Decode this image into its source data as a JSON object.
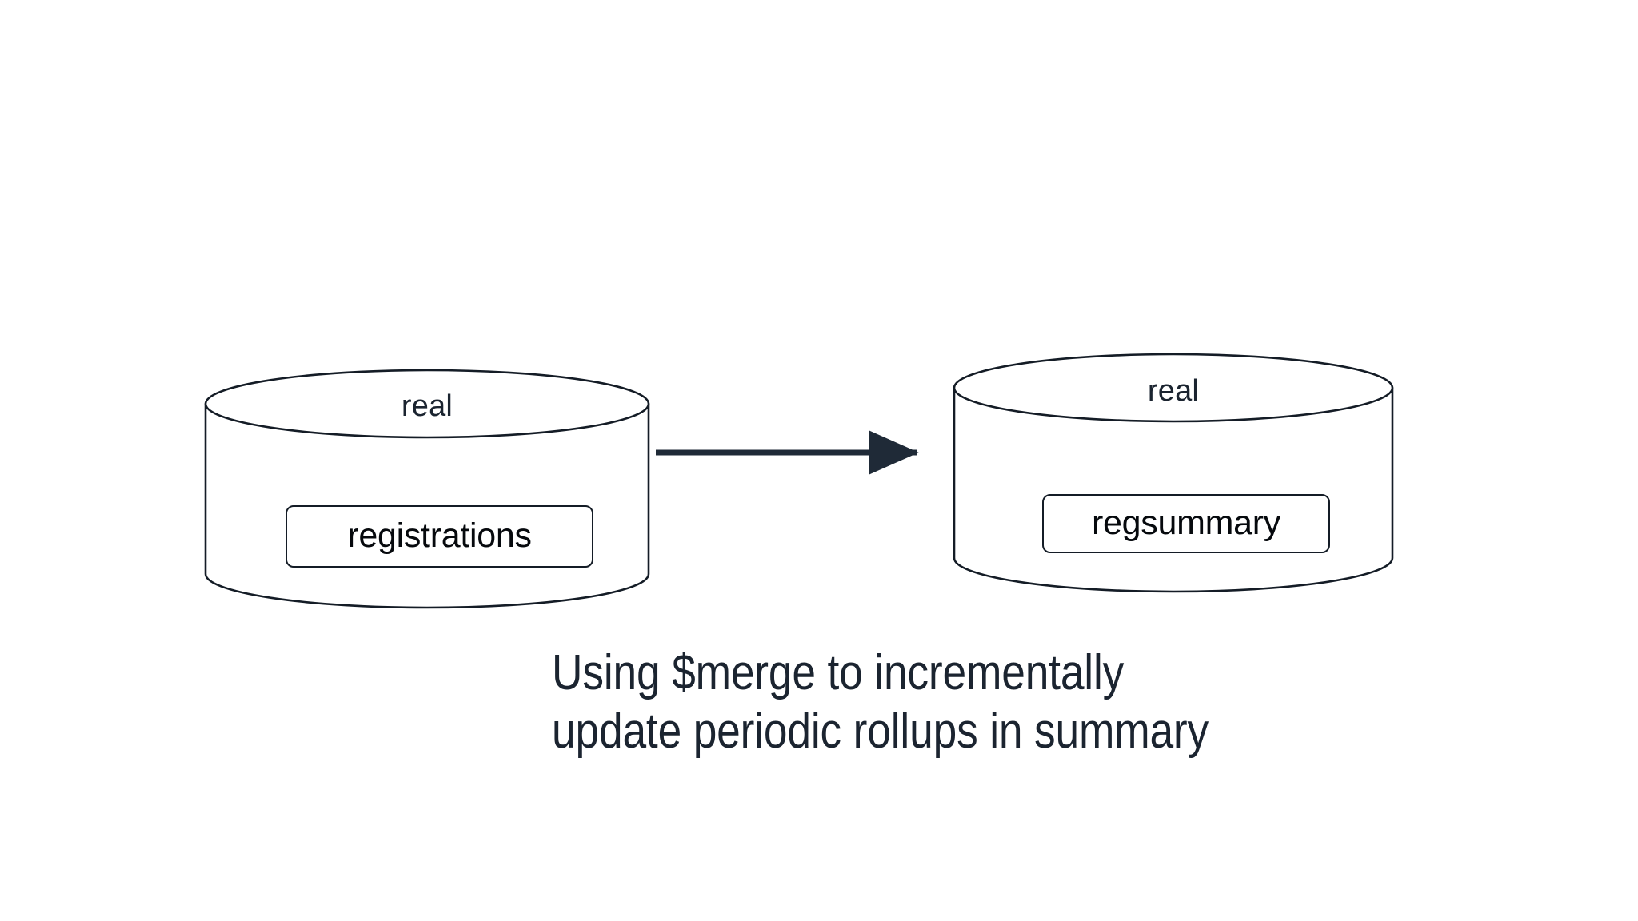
{
  "diagram": {
    "type": "data-flow",
    "background_color": "#ffffff",
    "stroke_color": "#141c26",
    "text_color": "#1b2430",
    "nodes": [
      {
        "id": "source-database",
        "shape": "cylinder",
        "database_label": "real",
        "collection_label": "registrations"
      },
      {
        "id": "target-database",
        "shape": "cylinder",
        "database_label": "real",
        "collection_label": "regsummary"
      }
    ],
    "edges": [
      {
        "id": "merge-arrow",
        "from": "source-database",
        "to": "target-database",
        "style": "solid-arrow",
        "color": "#1f2a37",
        "label": ""
      }
    ]
  },
  "caption": {
    "line1": "Using $merge to incrementally",
    "line2": "update periodic rollups in summary"
  }
}
